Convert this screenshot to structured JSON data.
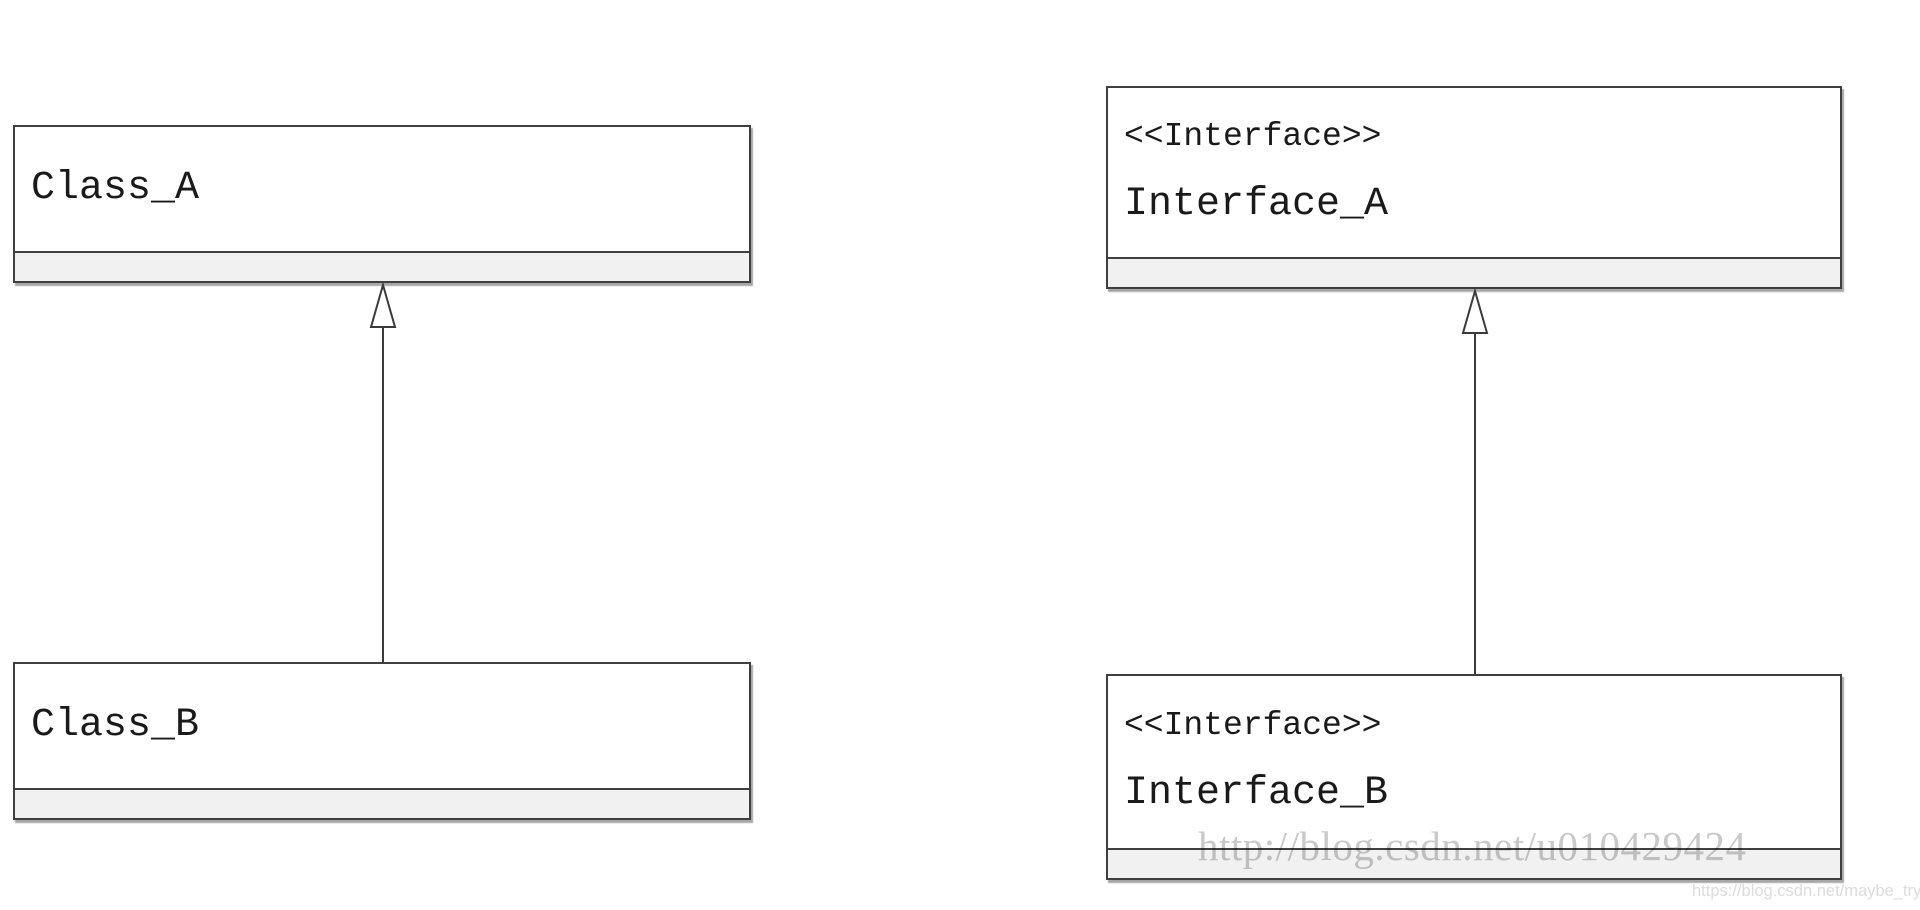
{
  "diagram_type": "uml-class-diagram",
  "colors": {
    "background": "#ffffff",
    "node_border": "#3f3f3f",
    "compartment_fill": "#f1f1f1",
    "connector": "#3a3a3a",
    "node_text": "#1a1a1a",
    "watermark_large": "#c9c9c9",
    "watermark_small": "#dcdcdc"
  },
  "nodes": {
    "class_a": {
      "name": "Class_A"
    },
    "class_b": {
      "name": "Class_B"
    },
    "interface_a": {
      "stereotype": "<<Interface>>",
      "name": "Interface_A"
    },
    "interface_b": {
      "stereotype": "<<Interface>>",
      "name": "Interface_B"
    }
  },
  "relationships": [
    {
      "from": "Class_B",
      "to": "Class_A",
      "type": "generalization",
      "arrowhead": "hollow-triangle"
    },
    {
      "from": "Interface_B",
      "to": "Interface_A",
      "type": "generalization",
      "arrowhead": "hollow-triangle"
    }
  ],
  "watermarks": {
    "large": "http://blog.csdn.net/u010429424",
    "small": "https://blog.csdn.net/maybe_try"
  }
}
